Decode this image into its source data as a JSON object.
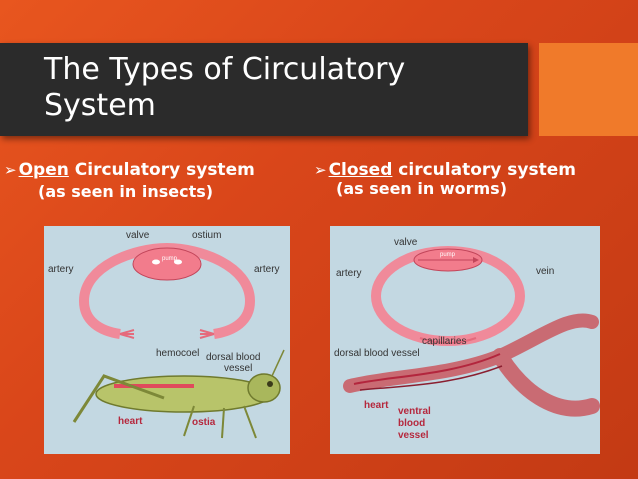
{
  "slide": {
    "title": "The Types of Circulatory System",
    "left_bullet": {
      "arrow": "➢",
      "keyword": "Open",
      "rest": " Circulatory system",
      "sub": "(as seen in insects)"
    },
    "right_bullet": {
      "arrow": "➢",
      "keyword": "Closed",
      "rest": " circulatory system",
      "sub": "(as seen in worms)"
    }
  },
  "open_diagram": {
    "labels": {
      "valve": "valve",
      "ostium": "ostium",
      "pump": "pump",
      "artery_left": "artery",
      "artery_right": "artery",
      "hemocoel": "hemocoel",
      "dorsal_blood_vessel": "dorsal blood",
      "vessel": "vessel",
      "heart": "heart",
      "ostia": "ostia"
    }
  },
  "closed_diagram": {
    "labels": {
      "valve": "valve",
      "pump": "pump",
      "artery": "artery",
      "vein": "vein",
      "capillaries": "capillaries",
      "dorsal_blood_vessel": "dorsal blood vessel",
      "heart": "heart",
      "ventral": "ventral",
      "blood": "blood",
      "vessel": "vessel"
    }
  },
  "colors": {
    "background": "#d9461a",
    "title_bar": "#2b2b2b",
    "accent": "#f07a2a",
    "panel": "#c3d8e2",
    "vessel": "#f08a9a"
  }
}
